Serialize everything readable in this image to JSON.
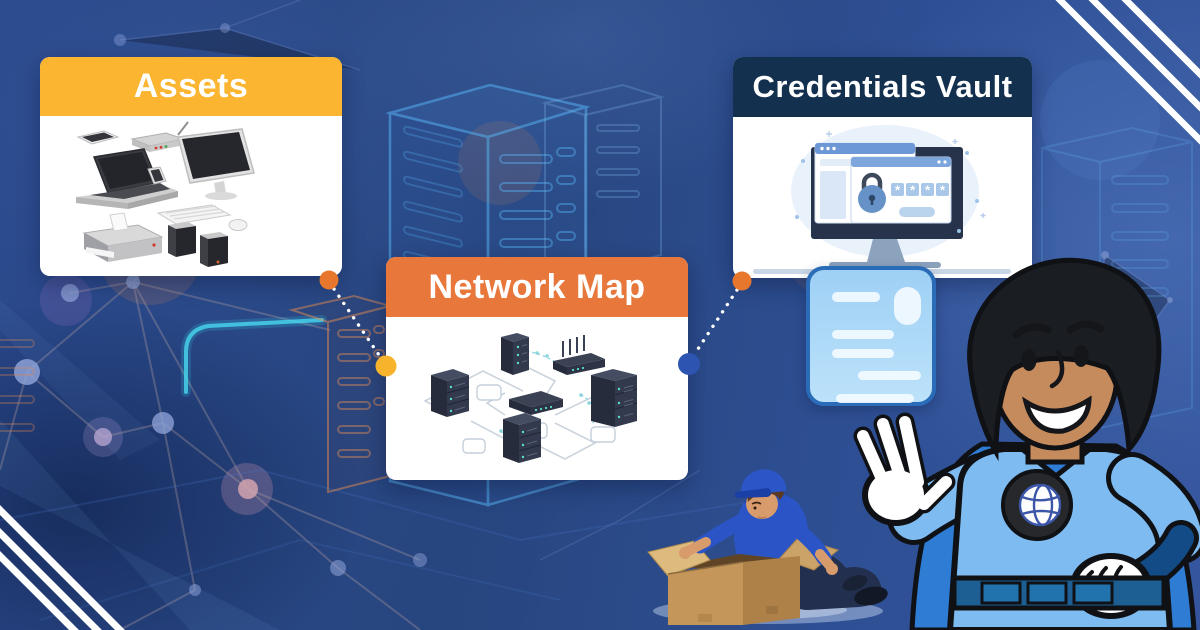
{
  "cards": {
    "assets": {
      "label": "Assets",
      "header_color": "#FBB530",
      "illustration": "it-devices-cluster"
    },
    "network_map": {
      "label": "Network Map",
      "header_color": "#E8773C",
      "illustration": "isometric-server-network"
    },
    "credentials_vault": {
      "label": "Credentials Vault",
      "header_color": "#14304F",
      "illustration": "monitor-password-lock"
    }
  },
  "connectors": {
    "assets_to_network": {
      "line_style": "dotted",
      "line_color": "#FFFFFF",
      "from_dot_color": "#E8772E",
      "to_dot_color": "#F6B32B"
    },
    "network_to_vault": {
      "line_style": "dotted",
      "line_color": "#FFFFFF",
      "from_dot_color": "#2E54B2",
      "to_dot_color": "#E8772E"
    }
  },
  "characters": {
    "superhero_mascot": "cartoon superhero in light blue suit and cape with globe chest emblem, presenting with raised glove",
    "technician": "worker in blue cap and polo kneeling over an open cardboard box"
  },
  "decor": {
    "floating_note_card_color": "#A5D3F6",
    "corner_stripe_color": "#FFFFFF",
    "background_theme": "dark blue network plexus with glowing server towers"
  }
}
